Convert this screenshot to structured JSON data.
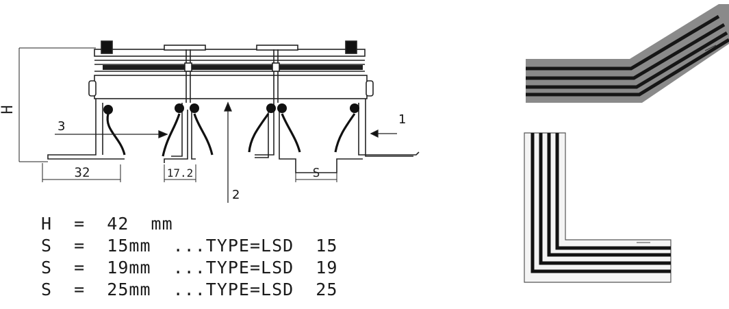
{
  "callouts": {
    "c1": "1",
    "c2": "2",
    "c3": "3"
  },
  "dimensions": {
    "height": "H",
    "left_width": "32",
    "slot_width": "17.2",
    "slot_spacing": "S"
  },
  "specs": [
    "H  =  42  mm",
    "S  =  15mm  ...TYPE=LSD  15",
    "S  =  19mm  ...TYPE=LSD  19",
    "S  =  25mm  ...TYPE=LSD  25"
  ]
}
